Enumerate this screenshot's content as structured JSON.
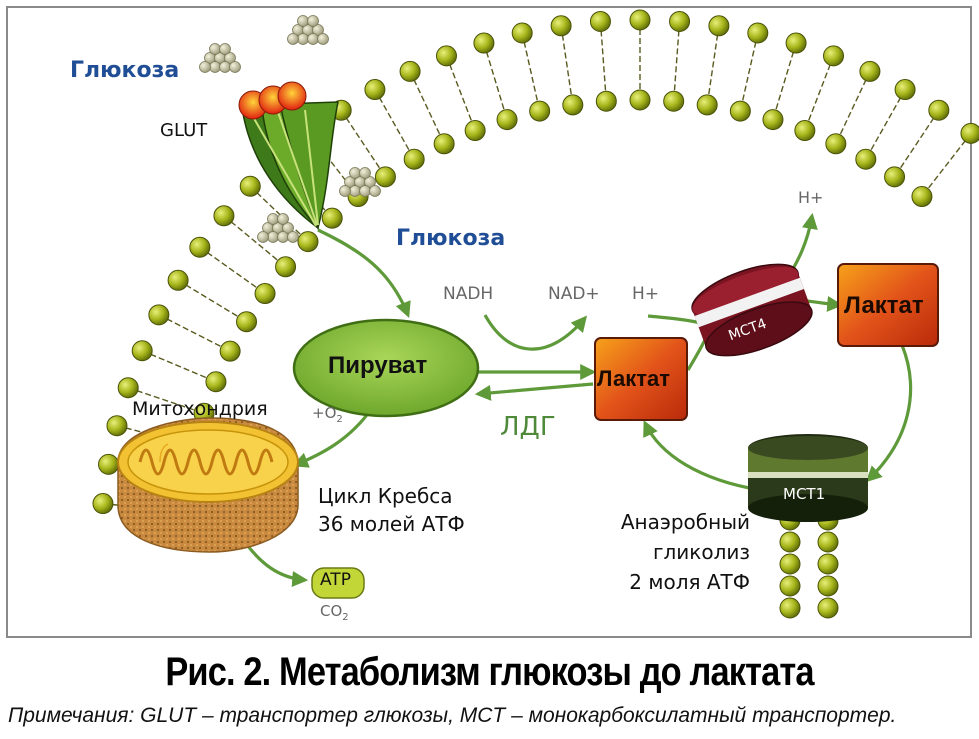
{
  "labels": {
    "glucose_outside": "Глюкоза",
    "glut": "GLUT",
    "glucose_inside": "Глюкоза",
    "nadh": "NADH",
    "nad_plus": "NAD+",
    "h_plus_mid": "H+",
    "h_plus_top": "H+",
    "pyruvate": "Пируват",
    "lactate_inner": "Лактат",
    "lactate_outer": "Лактат",
    "mct4": "MCT4",
    "mct1": "MCT1",
    "ldg": "ЛДГ",
    "mitochondria": "Митохондрия",
    "oxygen": "+O",
    "oxygen_sub": "2",
    "krebs_line1": "Цикл Кребса",
    "krebs_line2": "36 молей АТФ",
    "atp": "ATP",
    "co2": "CO",
    "co2_sub": "2",
    "anaerobic_line1": "Анаэробный",
    "anaerobic_line2": "гликолиз",
    "anaerobic_line3": "2 моля АТФ"
  },
  "caption": {
    "title": "Рис. 2. Метаболизм глюкозы до лактата",
    "note": "Примечания:  GLUT – транспортер глюкозы, MCT – монокарбоксилатный транспортер."
  },
  "colors": {
    "membrane_head": "#a6b51a",
    "arrow": "#5e9a3a",
    "pyruvate_fill": "#8cc43c",
    "lactate_fill": "#e04a10",
    "mct4_fill": "#7a1420",
    "mct1_fill": "#2a3a1a",
    "title_blue": "#1f4e96"
  }
}
